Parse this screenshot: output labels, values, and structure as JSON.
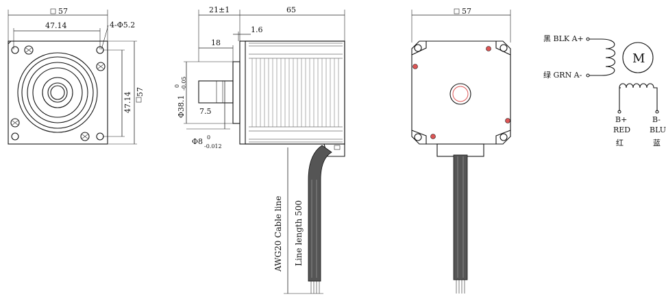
{
  "front_view": {
    "square_size": "57",
    "hole_spacing_h": "47.14",
    "hole_spacing_v": "47.14",
    "square_size_right": "57",
    "mount_holes": "4-Φ5.2"
  },
  "side_view": {
    "shaft_length": "21±1",
    "body_length": "65",
    "flange_thickness": "1.6",
    "shaft_flat": "18",
    "pilot_diameter": "Φ38.1",
    "pilot_tol_upper": "0",
    "pilot_tol_lower": "-0.05",
    "flat_length": "7.5",
    "shaft_diameter": "Φ8",
    "shaft_tol_upper": "0",
    "shaft_tol_lower": "-0.012",
    "cable_spec": "AWG20 Cable line",
    "line_length": "Line length 500"
  },
  "rear_view": {
    "square_size": "57"
  },
  "wiring": {
    "a_plus": "黑 BLK A+",
    "a_minus": "绿 GRN A-",
    "motor_symbol": "M",
    "b_plus_label": "B+",
    "b_plus_color": "RED",
    "b_plus_cn": "红",
    "b_minus_label": "B-",
    "b_minus_color": "BLU",
    "b_minus_cn": "蓝"
  }
}
